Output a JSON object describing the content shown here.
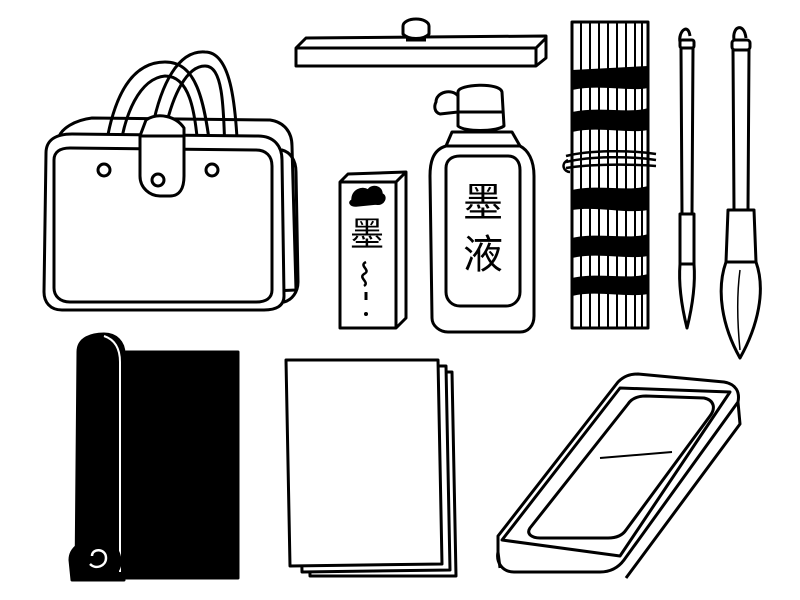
{
  "palette": {
    "ink": "#000000",
    "paper": "#ffffff",
    "label_bg": "#ffffff"
  },
  "items": {
    "bag": {
      "icon": "carry-bag-icon"
    },
    "paperweight": {
      "icon": "bunchin-paperweight-icon"
    },
    "ink_stick": {
      "label": "墨",
      "icon": "ink-stick-icon"
    },
    "ink_bottle": {
      "label_line1": "墨",
      "label_line2": "液",
      "icon": "ink-bottle-icon"
    },
    "brush_roll": {
      "icon": "bamboo-brush-roll-icon"
    },
    "small_brush": {
      "icon": "small-brush-icon"
    },
    "large_brush": {
      "icon": "large-brush-icon"
    },
    "felt_mat": {
      "icon": "black-felt-mat-icon"
    },
    "paper_stack": {
      "icon": "paper-stack-icon"
    },
    "inkstone": {
      "icon": "inkstone-suzuri-icon"
    }
  }
}
